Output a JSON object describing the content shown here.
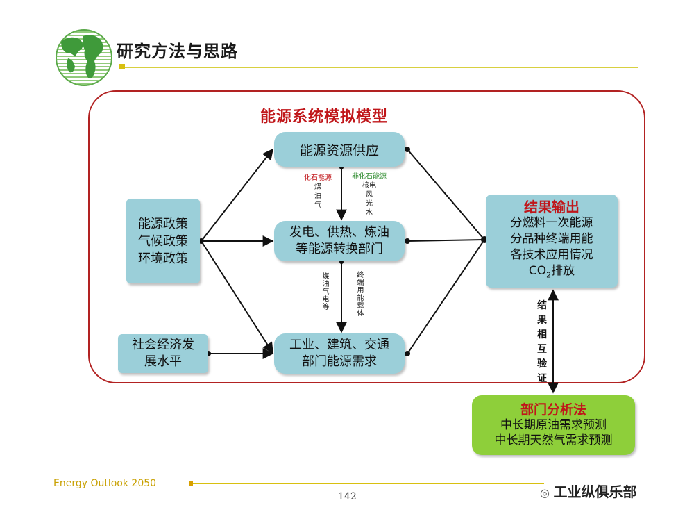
{
  "header": {
    "title": "研究方法与思路"
  },
  "model": {
    "title": "能源系统模拟模型",
    "supply": "能源资源供应",
    "convert": [
      "发电、供热、炼油",
      "等能源转换部门"
    ],
    "demand": [
      "工业、建筑、交通",
      "部门能源需求"
    ],
    "policy": [
      "能源政策",
      "气候政策",
      "环境政策"
    ],
    "social": [
      "社会经济发",
      "展水平"
    ],
    "fossil_label": "化石能源",
    "fossil_items": [
      "煤",
      "油",
      "气"
    ],
    "nonfossil_label": "非化石能源",
    "nonfossil_items": [
      "核电",
      "风",
      "光",
      "水"
    ],
    "left_mid_label": "煤油气电等",
    "right_mid_label": "终端用能载体"
  },
  "result": {
    "title": "结果输出",
    "lines": [
      "分燃料一次能源",
      "分品种终端用能",
      "各技术应用情况"
    ],
    "co2": {
      "prefix": "CO",
      "sub": "2",
      "suffix": "排放"
    }
  },
  "verify": "结果相互验证",
  "sector": {
    "title": "部门分析法",
    "lines": [
      "中长期原油需求预测",
      "中长期天然气需求预测"
    ]
  },
  "footer": {
    "left": "Energy Outlook 2050",
    "page": "142",
    "watermark": "工业纵俱乐部"
  },
  "colors": {
    "box": "#9bcfd9",
    "accent_red": "#c0161a",
    "green_box": "#8ecf3a",
    "frame": "#b22222"
  }
}
